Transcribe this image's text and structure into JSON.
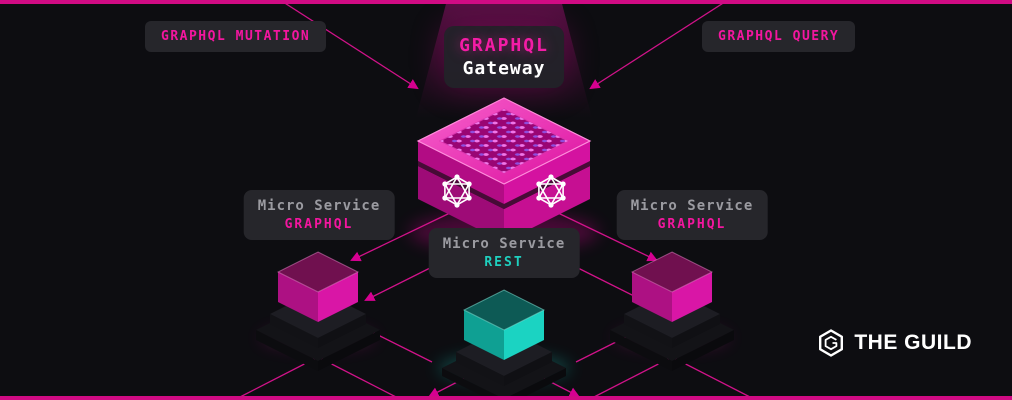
{
  "colors": {
    "background": "#0d0d11",
    "accent_pink": "#e10098",
    "accent_teal": "#1fd0bf",
    "badge_background": "#26262b",
    "muted_text": "#9b9ba1",
    "white": "#ffffff",
    "border_strip": "#d00b84"
  },
  "top_badges": {
    "mutation": "GRAPHQL MUTATION",
    "query": "GRAPHQL QUERY"
  },
  "gateway": {
    "line1": "GRAPHQL",
    "line2": "Gateway"
  },
  "services": {
    "left": {
      "title": "Micro Service",
      "protocol": "GRAPHQL"
    },
    "center": {
      "title": "Micro Service",
      "protocol": "REST"
    },
    "right": {
      "title": "Micro Service",
      "protocol": "GRAPHQL"
    }
  },
  "brand": {
    "name": "THE GUILD"
  },
  "icons": {
    "gateway_faces": "graphql-logo-icon",
    "brand": "guild-hexagon-icon"
  }
}
